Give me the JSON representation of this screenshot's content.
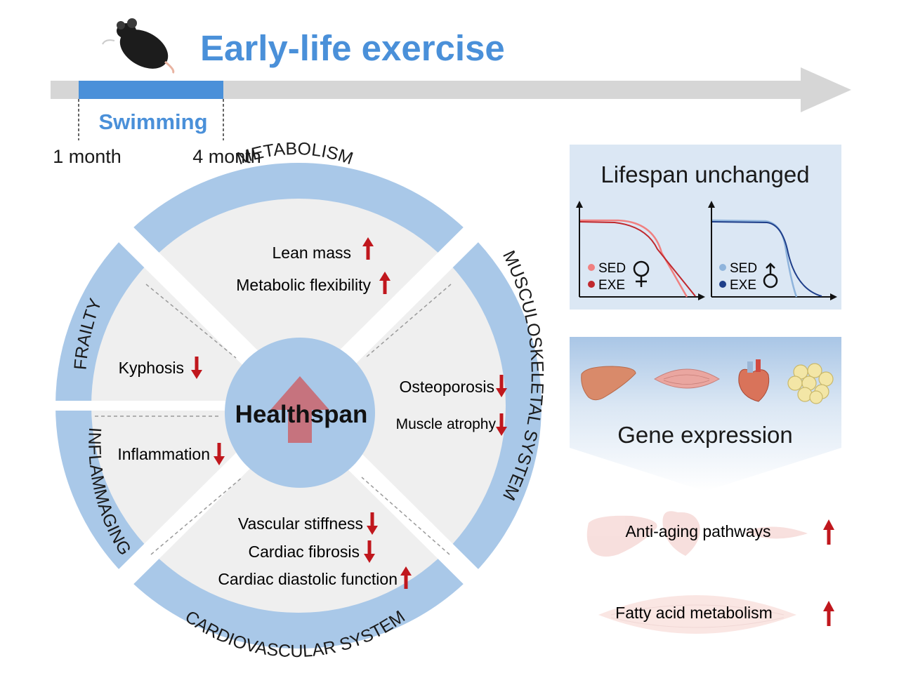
{
  "title": "Early-life exercise",
  "timeline": {
    "phase_label": "Swimming",
    "start_label": "1 month",
    "end_label": "4 month"
  },
  "wheel": {
    "center": "Healthspan",
    "metabolism": {
      "title": "METABOLISM",
      "items": [
        {
          "text": "Lean mass",
          "direction": "up"
        },
        {
          "text": "Metabolic flexibility",
          "direction": "up"
        }
      ]
    },
    "musculoskeletal": {
      "title": "MUSCULOSKELETAL SYSTEM",
      "items": [
        {
          "text": "Osteoporosis",
          "direction": "down"
        },
        {
          "text": "Muscle atrophy",
          "direction": "down"
        }
      ]
    },
    "cardiovascular": {
      "title": "CARDIOVASCULAR SYSTEM",
      "items": [
        {
          "text": "Vascular stiffness",
          "direction": "down"
        },
        {
          "text": "Cardiac fibrosis",
          "direction": "down"
        },
        {
          "text": "Cardiac diastolic function",
          "direction": "up"
        }
      ]
    },
    "frailty": {
      "title": "FRAILTY",
      "items": [
        {
          "text": "Kyphosis",
          "direction": "down"
        }
      ]
    },
    "inflammaging": {
      "title": "INFLAMMAGING",
      "items": [
        {
          "text": "Inflammation",
          "direction": "down"
        }
      ]
    }
  },
  "lifespan": {
    "title": "Lifespan unchanged",
    "female_legend": [
      "SED",
      "EXE"
    ],
    "male_legend": [
      "SED",
      "EXE"
    ],
    "colors": {
      "female_sed": "#f08080",
      "female_exe": "#c0282d",
      "male_sed": "#8fb4dc",
      "male_exe": "#1f3f8a"
    }
  },
  "gene_expression": {
    "title": "Gene expression",
    "results": [
      {
        "text": "Anti-aging pathways",
        "direction": "up"
      },
      {
        "text": "Fatty acid metabolism",
        "direction": "up"
      }
    ]
  },
  "colors": {
    "accent_blue": "#4a90d9",
    "ring_blue": "#a9c8e8",
    "arrow_red": "#c0171d",
    "sector_fill": "#efefef"
  }
}
